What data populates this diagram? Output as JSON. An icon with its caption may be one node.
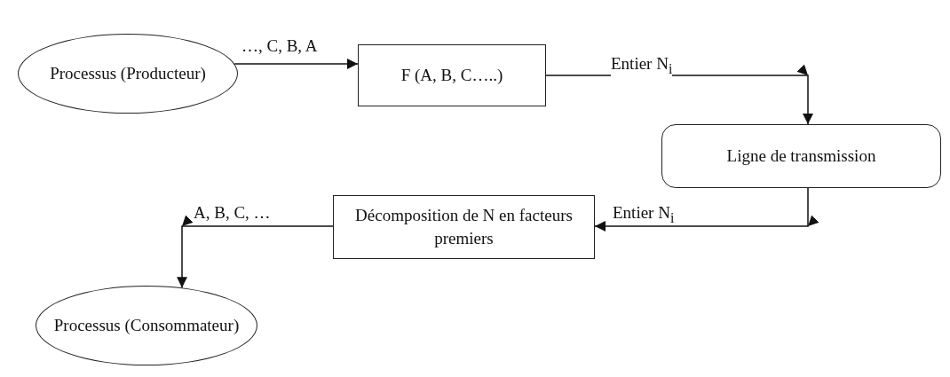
{
  "diagram": {
    "nodes": [
      {
        "text": [
          "Processus (Producteur)"
        ]
      },
      {
        "text": [
          "F (A, B, C…..)"
        ]
      },
      {
        "text": [
          "Ligne de transmission"
        ]
      },
      {
        "text": [
          "Décomposition de N en facteurs premiers"
        ]
      },
      {
        "text": [
          "Processus (Consommateur)"
        ]
      }
    ],
    "edges": [
      {
        "from": 0,
        "to": 1,
        "arrow": "to",
        "label": "…, C, B, A"
      },
      {
        "from": 1,
        "to": 2,
        "arrow": "to",
        "label": "Entier N$_{i}$"
      },
      {
        "from": 2,
        "to": 3,
        "arrow": "to",
        "label": "Entier N$_{i}$"
      },
      {
        "from": 3,
        "to": 4,
        "arrow": "to",
        "label": "A, B, C, …"
      }
    ]
  }
}
